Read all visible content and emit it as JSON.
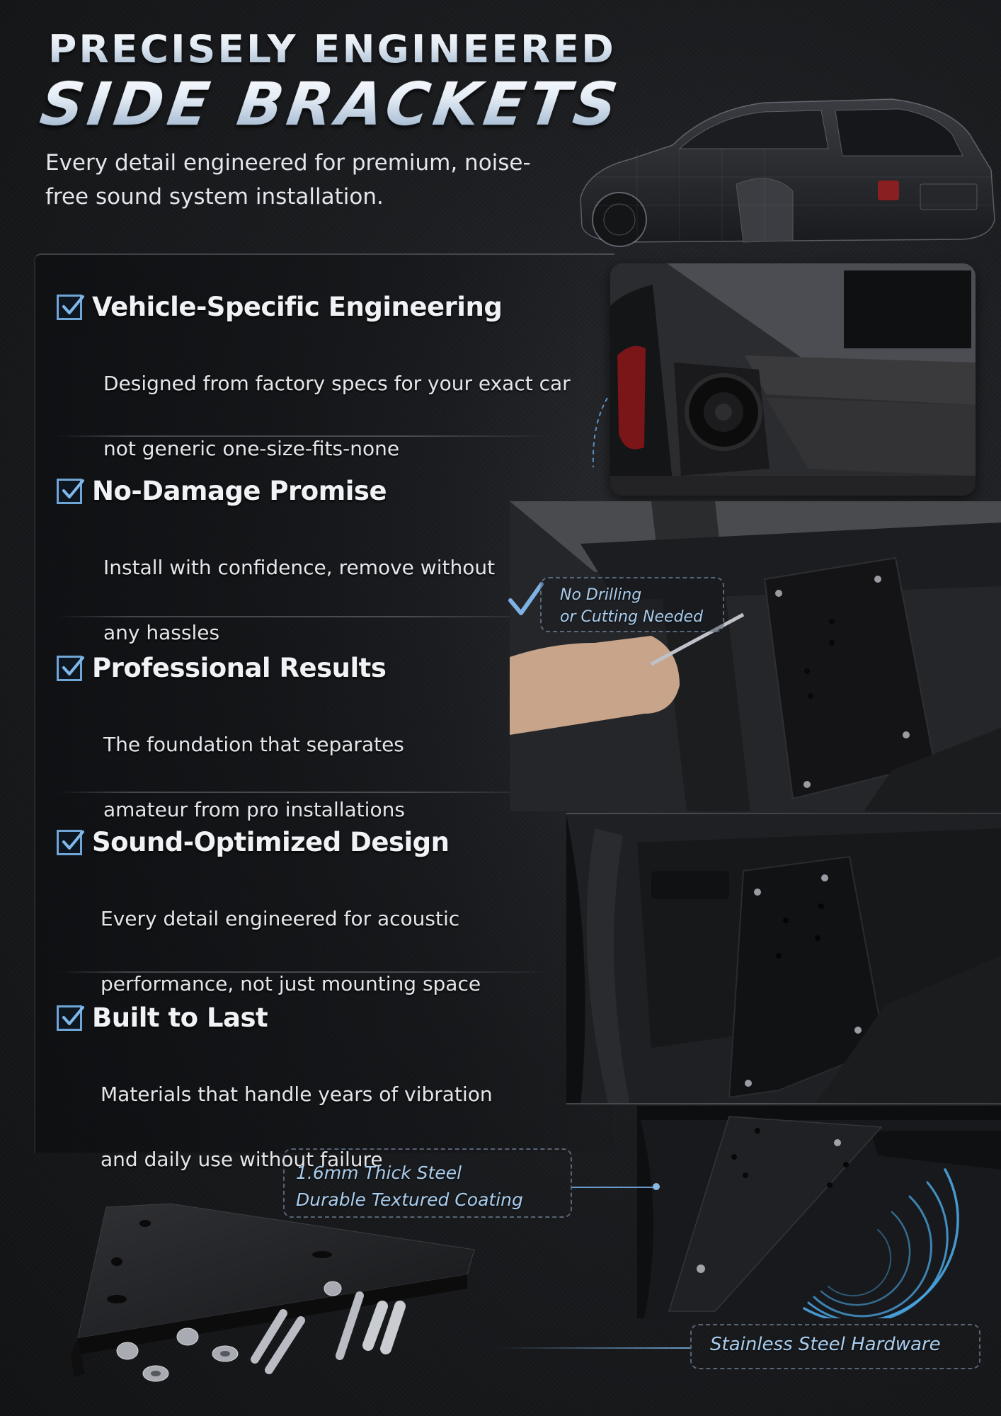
{
  "header": {
    "title_line1": "PRECISELY ENGINEERED",
    "title_line2": "SIDE BRACKETS",
    "subtitle_line1": "Every detail engineered for premium, noise-",
    "subtitle_line2": "free sound system installation."
  },
  "features": [
    {
      "icon": "checkbox-checked-icon",
      "title": "Vehicle-Specific Engineering",
      "desc_line1": "Designed from factory specs for your exact car",
      "desc_line2": "not generic one-size-fits-none"
    },
    {
      "icon": "checkbox-checked-icon",
      "title": "No-Damage Promise",
      "desc_line1": "Install with confidence, remove without",
      "desc_line2": "any hassles"
    },
    {
      "icon": "checkbox-checked-icon",
      "title": "Professional Results",
      "desc_line1": "The foundation that separates",
      "desc_line2": "amateur from pro installations"
    },
    {
      "icon": "checkbox-checked-icon",
      "title": "Sound-Optimized Design",
      "desc_line1": "Every detail engineered for acoustic",
      "desc_line2": "performance, not just mounting space"
    },
    {
      "icon": "checkbox-checked-icon",
      "title": "Built to Last",
      "desc_line1": "Materials that handle years of vibration",
      "desc_line2": "and daily use without failure"
    }
  ],
  "callouts": {
    "drilling_line1": "No Drilling",
    "drilling_line2": "or Cutting Needed",
    "steel_line1": "1.6mm Thick Steel",
    "steel_line2": "Durable Textured Coating",
    "hardware": "Stainless Steel Hardware"
  },
  "colors": {
    "accent": "#6fa6d8",
    "callout_text": "#a9cdee",
    "background": "#1b1c1f"
  }
}
